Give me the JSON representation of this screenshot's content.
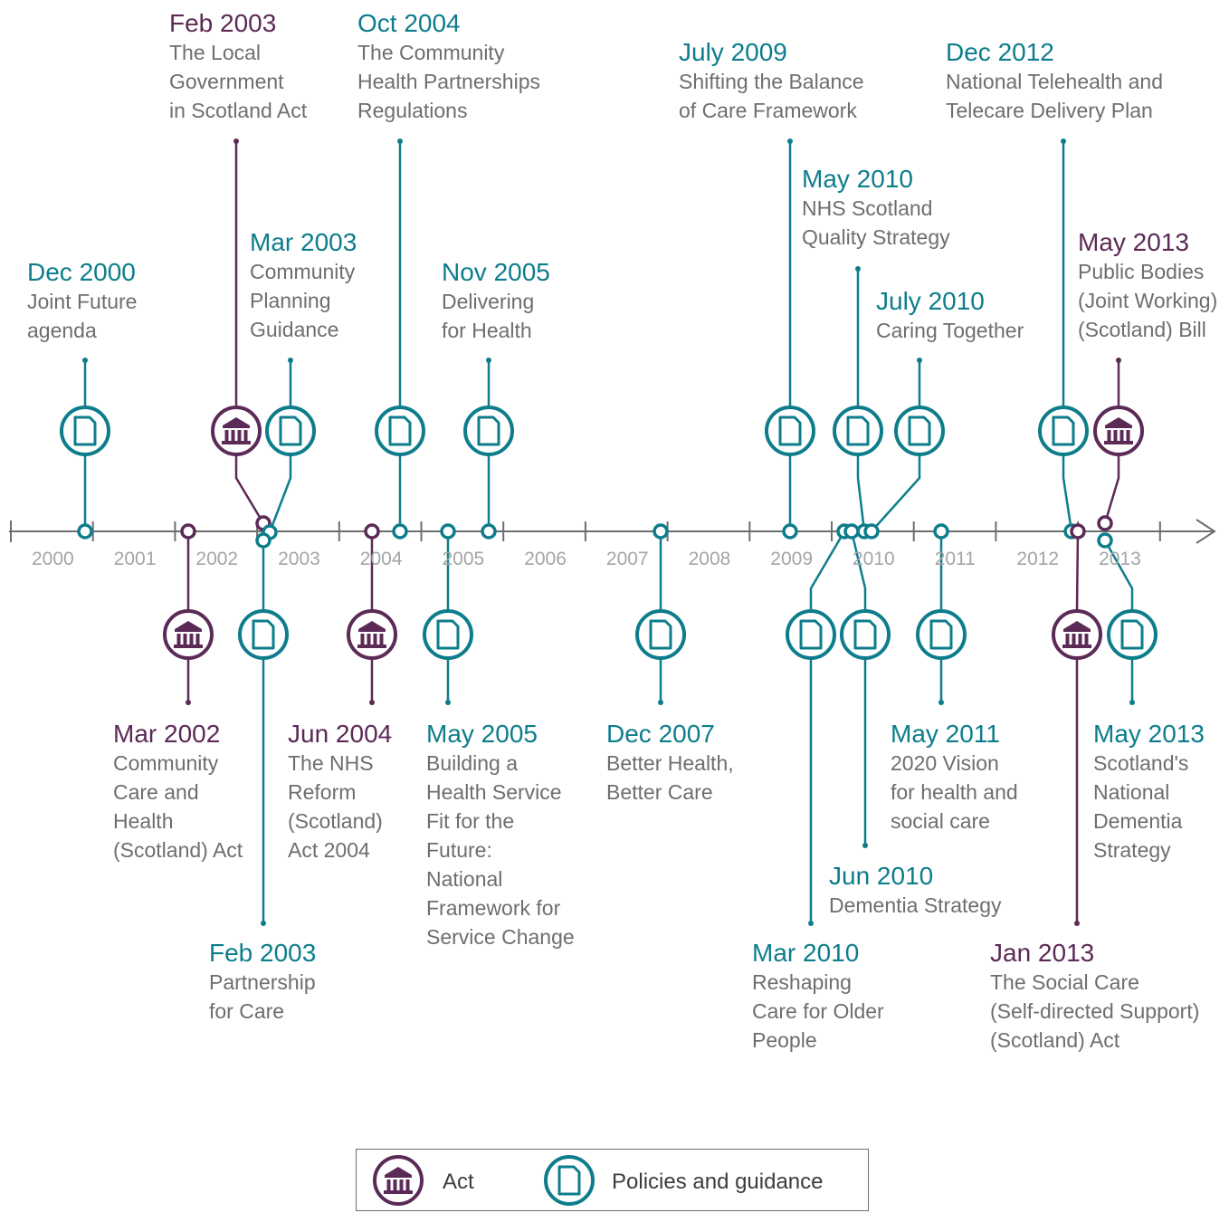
{
  "colors": {
    "act": "#5b2a56",
    "policy": "#0d7d8c",
    "axis": "#6d6e71",
    "year_label": "#a3a5a8",
    "text": "#6d6e71"
  },
  "icons": {
    "act": "parliament-building-icon",
    "policy": "document-icon"
  },
  "years": [
    "2000",
    "2001",
    "2002",
    "2003",
    "2004",
    "2005",
    "2006",
    "2007",
    "2008",
    "2009",
    "2010",
    "2011",
    "2012",
    "2013"
  ],
  "events": [
    {
      "id": "dec2000",
      "type": "policy",
      "date": "Dec 2000",
      "title": "Joint Future\nagenda",
      "side": "above"
    },
    {
      "id": "feb2003-act",
      "type": "act",
      "date": "Feb 2003",
      "title": "The Local\nGovernment\nin Scotland Act",
      "side": "above"
    },
    {
      "id": "mar2003",
      "type": "policy",
      "date": "Mar 2003",
      "title": "Community\nPlanning\nGuidance",
      "side": "above"
    },
    {
      "id": "oct2004",
      "type": "policy",
      "date": "Oct 2004",
      "title": "The Community\nHealth Partnerships\nRegulations",
      "side": "above"
    },
    {
      "id": "nov2005",
      "type": "policy",
      "date": "Nov 2005",
      "title": "Delivering\nfor Health",
      "side": "above"
    },
    {
      "id": "jul2009",
      "type": "policy",
      "date": "July 2009",
      "title": "Shifting the Balance\nof Care Framework",
      "side": "above"
    },
    {
      "id": "may2010",
      "type": "policy",
      "date": "May 2010",
      "title": "NHS Scotland\nQuality Strategy",
      "side": "above"
    },
    {
      "id": "jul2010",
      "type": "policy",
      "date": "July 2010",
      "title": "Caring Together",
      "side": "above"
    },
    {
      "id": "dec2012",
      "type": "policy",
      "date": "Dec 2012",
      "title": "National Telehealth and\nTelecare Delivery Plan",
      "side": "above"
    },
    {
      "id": "may2013-act",
      "type": "act",
      "date": "May 2013",
      "title": "Public Bodies\n(Joint Working)\n(Scotland) Bill",
      "side": "above"
    },
    {
      "id": "mar2002",
      "type": "act",
      "date": "Mar 2002",
      "title": "Community\nCare and\nHealth\n(Scotland) Act",
      "side": "below"
    },
    {
      "id": "feb2003-pol",
      "type": "policy",
      "date": "Feb 2003",
      "title": "Partnership\nfor Care",
      "side": "below"
    },
    {
      "id": "jun2004",
      "type": "act",
      "date": "Jun 2004",
      "title": "The NHS\nReform\n(Scotland)\nAct 2004",
      "side": "below"
    },
    {
      "id": "may2005",
      "type": "policy",
      "date": "May 2005",
      "title": "Building a\nHealth Service\nFit for the\nFuture:\nNational\nFramework for\nService Change",
      "side": "below"
    },
    {
      "id": "dec2007",
      "type": "policy",
      "date": "Dec 2007",
      "title": "Better Health,\nBetter Care",
      "side": "below"
    },
    {
      "id": "mar2010",
      "type": "policy",
      "date": "Mar 2010",
      "title": "Reshaping\nCare for Older\nPeople",
      "side": "below"
    },
    {
      "id": "jun2010",
      "type": "policy",
      "date": "Jun 2010",
      "title": "Dementia Strategy",
      "side": "below"
    },
    {
      "id": "may2011",
      "type": "policy",
      "date": "May 2011",
      "title": "2020 Vision\nfor health and\nsocial care",
      "side": "below"
    },
    {
      "id": "jan2013",
      "type": "act",
      "date": "Jan 2013",
      "title": "The Social Care\n(Self-directed Support)\n(Scotland) Act",
      "side": "below"
    },
    {
      "id": "may2013-pol",
      "type": "policy",
      "date": "May 2013",
      "title": "Scotland's\nNational\nDementia\nStrategy",
      "side": "below"
    }
  ],
  "legend": {
    "act_label": "Act",
    "policy_label": "Policies and guidance"
  }
}
